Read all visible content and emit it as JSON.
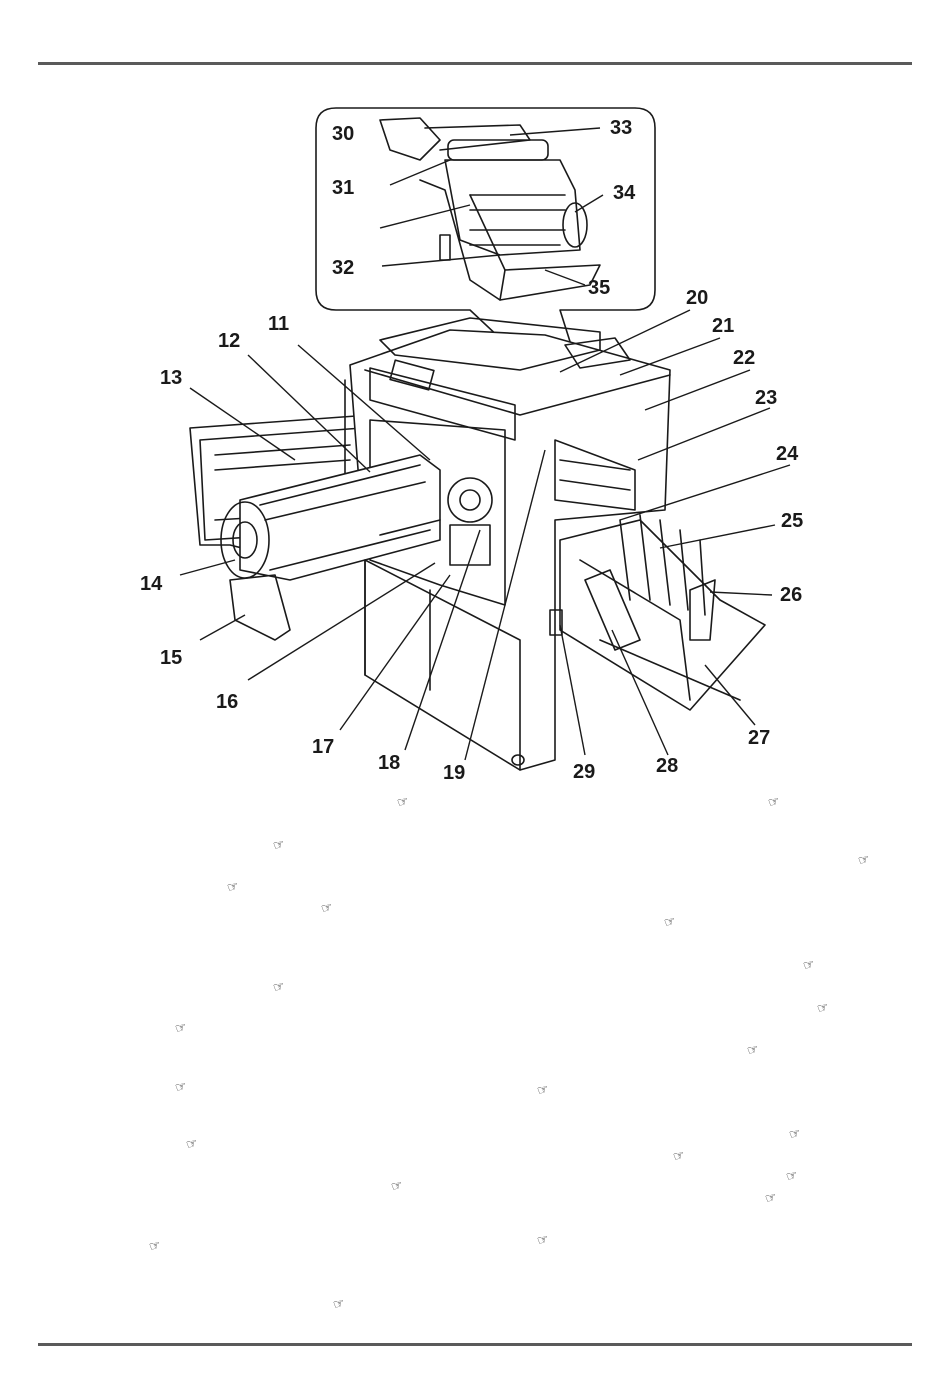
{
  "page": {
    "rule_color": "#5a5a5a",
    "ink_color": "#1a1a1a"
  },
  "diagram": {
    "callouts": [
      "11",
      "12",
      "13",
      "14",
      "15",
      "16",
      "17",
      "18",
      "19",
      "20",
      "21",
      "22",
      "23",
      "24",
      "25",
      "26",
      "27",
      "28",
      "29",
      "30",
      "31",
      "32",
      "33",
      "34",
      "35"
    ]
  },
  "reference_icon": "pointing-hand-icon",
  "reference_marks_count": 25
}
